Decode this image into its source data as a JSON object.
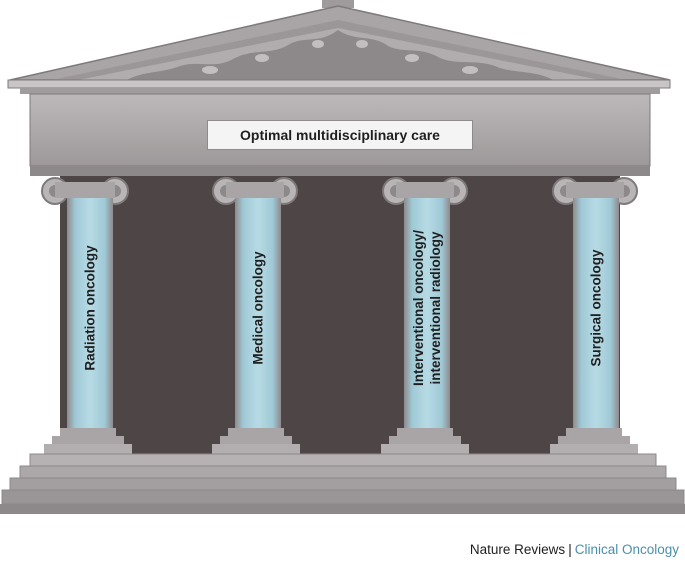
{
  "banner": {
    "text": "Optimal multidisciplinary care"
  },
  "pillars": [
    {
      "lines": [
        "Radiation oncology"
      ]
    },
    {
      "lines": [
        "Medical oncology"
      ]
    },
    {
      "lines": [
        "Interventional oncology/",
        "interventional radiology"
      ]
    },
    {
      "lines": [
        "Surgical oncology"
      ]
    }
  ],
  "footer": {
    "journal": "Nature Reviews",
    "separator": "|",
    "section": "Clinical Oncology"
  },
  "colors": {
    "stone": "#a9a4a5",
    "stone_dark": "#7e797a",
    "stone_light": "#c9c5c6",
    "interior": "#4e4646",
    "pillar_glow": "#9fc9d6",
    "accent_text": "#4b8fa8"
  }
}
